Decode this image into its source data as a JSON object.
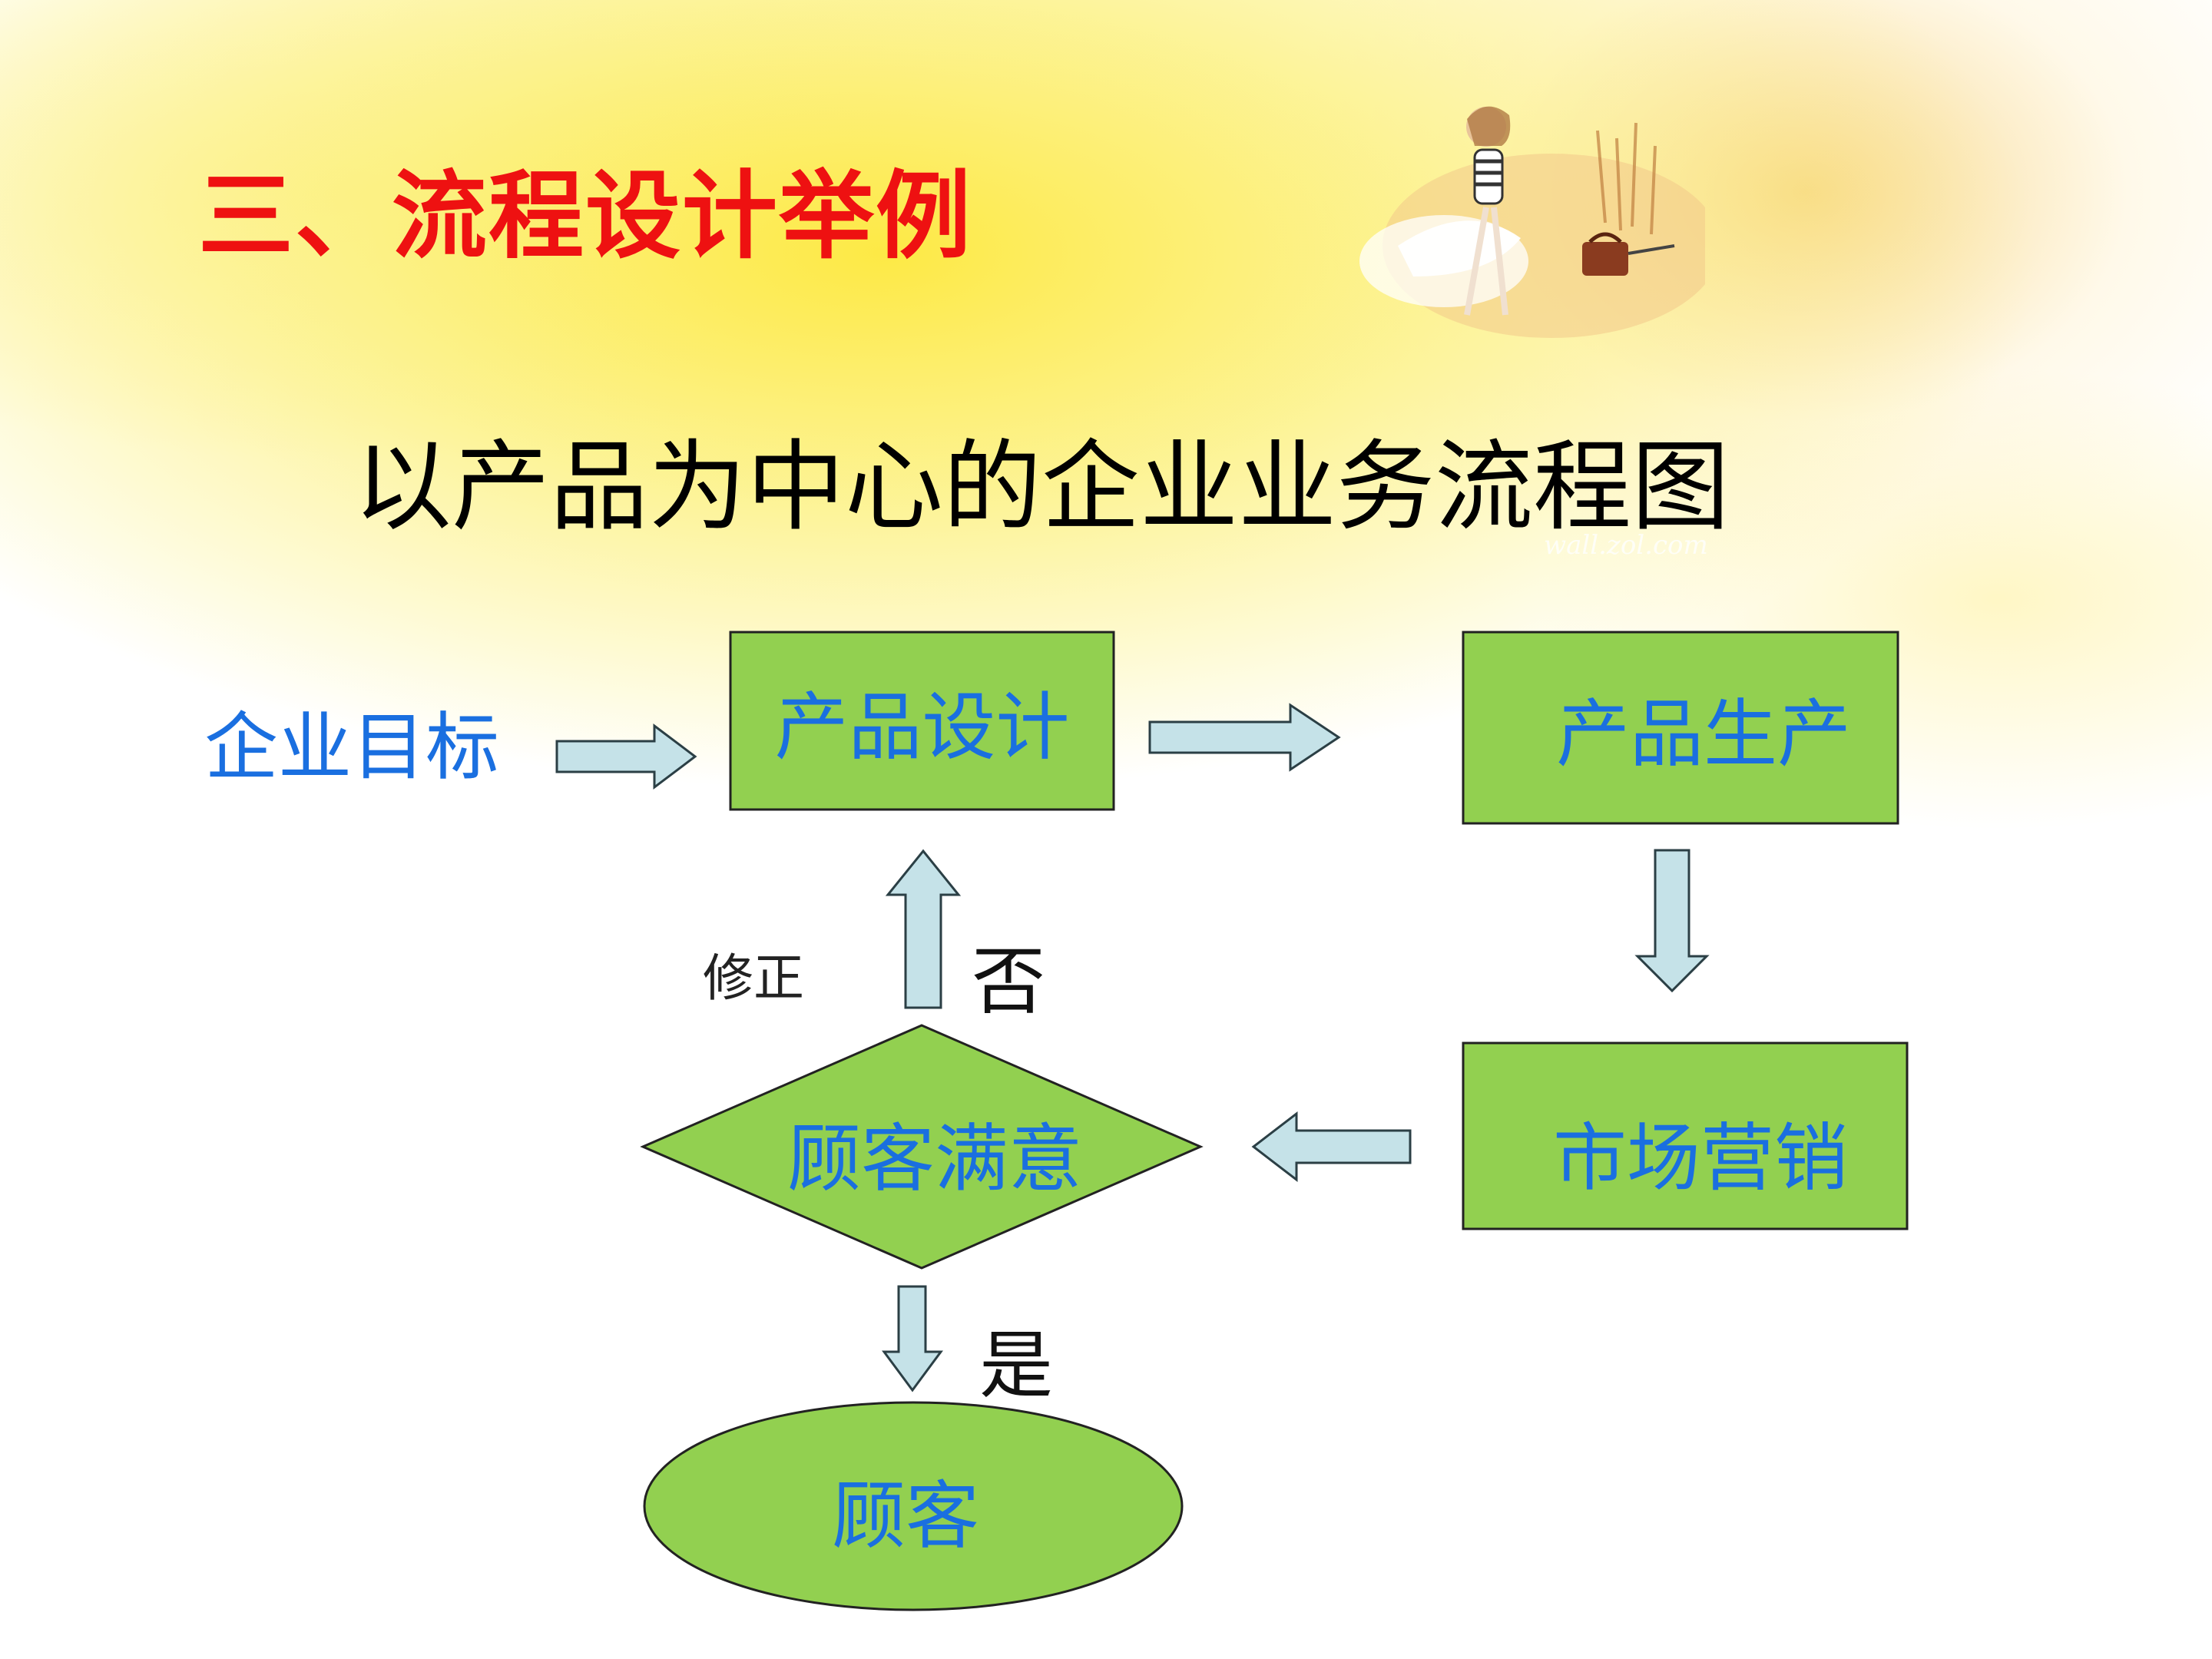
{
  "slide": {
    "title": "三、流程设计举例",
    "subtitle": "以产品为中心的企业业务流程图",
    "watermark": "wall.zol.com"
  },
  "diagram": {
    "start_label": "企业目标",
    "nodes": {
      "design": "产品设计",
      "production": "产品生产",
      "marketing": "市场营销",
      "decision": "顾客满意",
      "customer": "顾客"
    },
    "edge_labels": {
      "revise": "修正",
      "no": "否",
      "yes": "是"
    },
    "colors": {
      "node_fill": "#92d050",
      "node_stroke": "#222222",
      "arrow_fill": "#c5e2e8",
      "arrow_stroke": "#2b3f45",
      "label_blue": "#1a6fe0",
      "title_red": "#ee1111"
    }
  }
}
